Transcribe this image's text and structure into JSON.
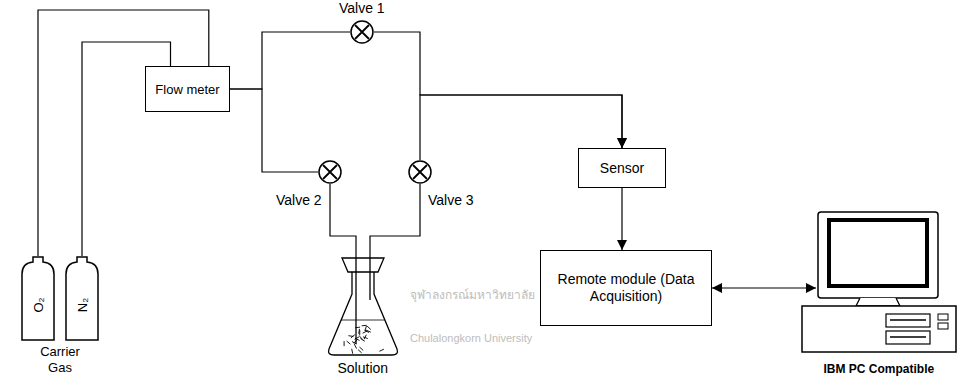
{
  "diagram": {
    "nodes": [
      {
        "text": [
          "O₂"
        ]
      },
      {
        "text": [
          "N₂"
        ]
      },
      {
        "text": [
          "Flow meter"
        ]
      },
      {
        "text": [
          "Valve 1"
        ]
      },
      {
        "text": [
          "Valve 2"
        ]
      },
      {
        "text": [
          "Valve 3"
        ]
      },
      {
        "text": [
          "Solution"
        ]
      },
      {
        "text": [
          "Sensor"
        ]
      },
      {
        "text": [
          "Remote module (Data Acquisition)"
        ]
      },
      {
        "text": [
          "IBM PC Compatible"
        ]
      }
    ],
    "edges": [
      {
        "from": 0,
        "to": 2,
        "arrow": "none"
      },
      {
        "from": 1,
        "to": 2,
        "arrow": "none"
      },
      {
        "from": 2,
        "to": 3,
        "arrow": "none"
      },
      {
        "from": 2,
        "to": 4,
        "arrow": "none"
      },
      {
        "from": 4,
        "to": 6,
        "arrow": "none"
      },
      {
        "from": 6,
        "to": 5,
        "arrow": "none"
      },
      {
        "from": 3,
        "to": 7,
        "arrow": "to"
      },
      {
        "from": 5,
        "to": 7,
        "arrow": "to"
      },
      {
        "from": 7,
        "to": 8,
        "arrow": "to"
      },
      {
        "from": 8,
        "to": 9,
        "arrow": "both"
      }
    ],
    "labels": [
      "Carrier Gas",
      "จุฬาลงกรณ์มหาวิทยาลัย",
      "Chulalongkorn University"
    ]
  }
}
